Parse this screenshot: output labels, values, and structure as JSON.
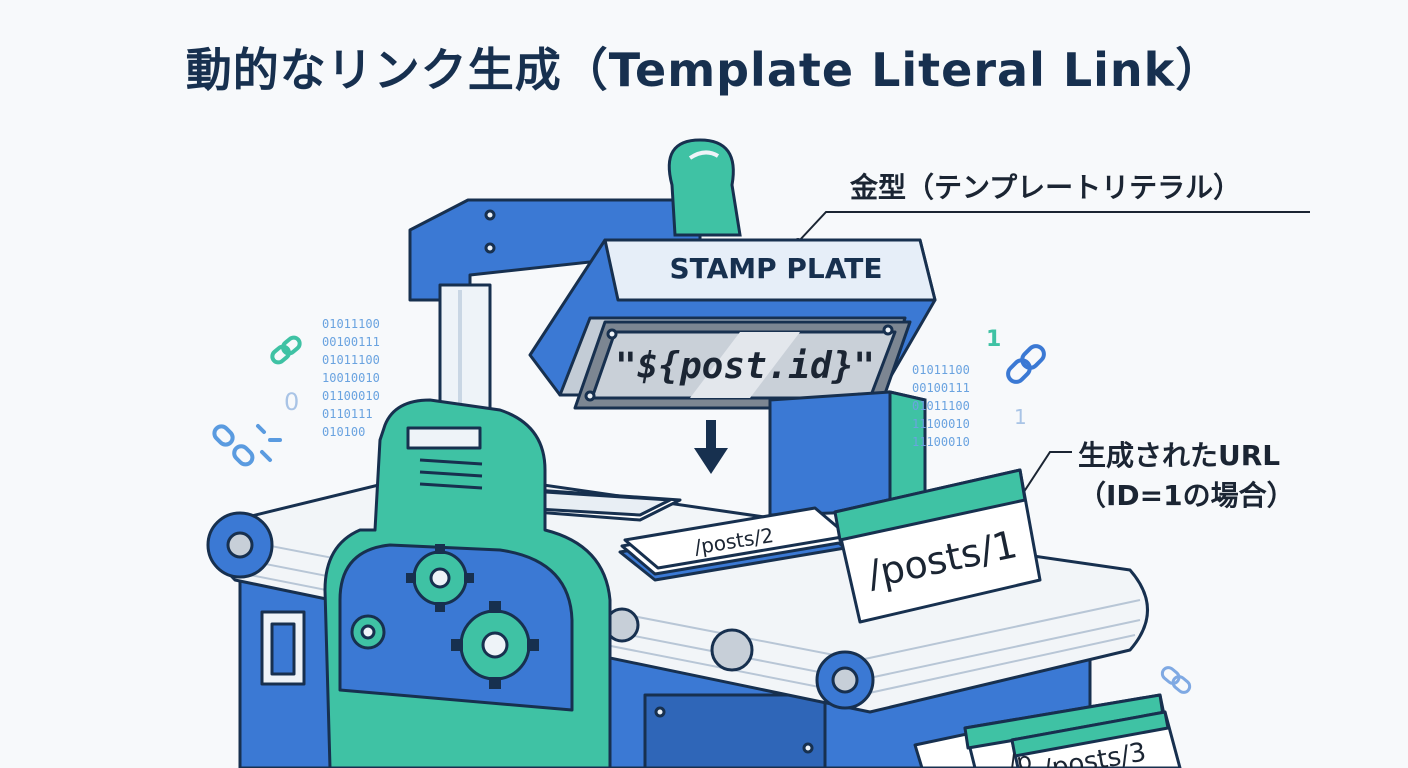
{
  "title": "動的なリンク生成（Template Literal Link）",
  "labels": {
    "mold": "金型（テンプレートリテラル）",
    "url_line1": "生成されたURL",
    "url_line2": "（ID=1の場合）"
  },
  "stamp": {
    "plate_label": "STAMP PLATE",
    "template_text": "\"${post.id}\""
  },
  "cards": {
    "card_main": "/posts/1",
    "card_stack": "/posts/2",
    "card_out_front": "/posts/3",
    "card_out_back": "/p"
  },
  "binary_left": [
    "01011100",
    "00100111",
    "01011100",
    "10010010",
    "01100010",
    "0110111",
    "010100"
  ],
  "binary_right": [
    "01011100",
    "00100111",
    "01011100",
    "11100010",
    "11100010"
  ],
  "digits": {
    "left": "0",
    "right_top": "1",
    "right_mid": "1"
  },
  "icons": [
    "link-icon",
    "broken-link-icon",
    "gear-icon",
    "arrow-down-icon"
  ],
  "colors": {
    "blue": "#3b79d4",
    "teal": "#3fc2a4",
    "navy": "#17304f",
    "light": "#eef3f8"
  }
}
